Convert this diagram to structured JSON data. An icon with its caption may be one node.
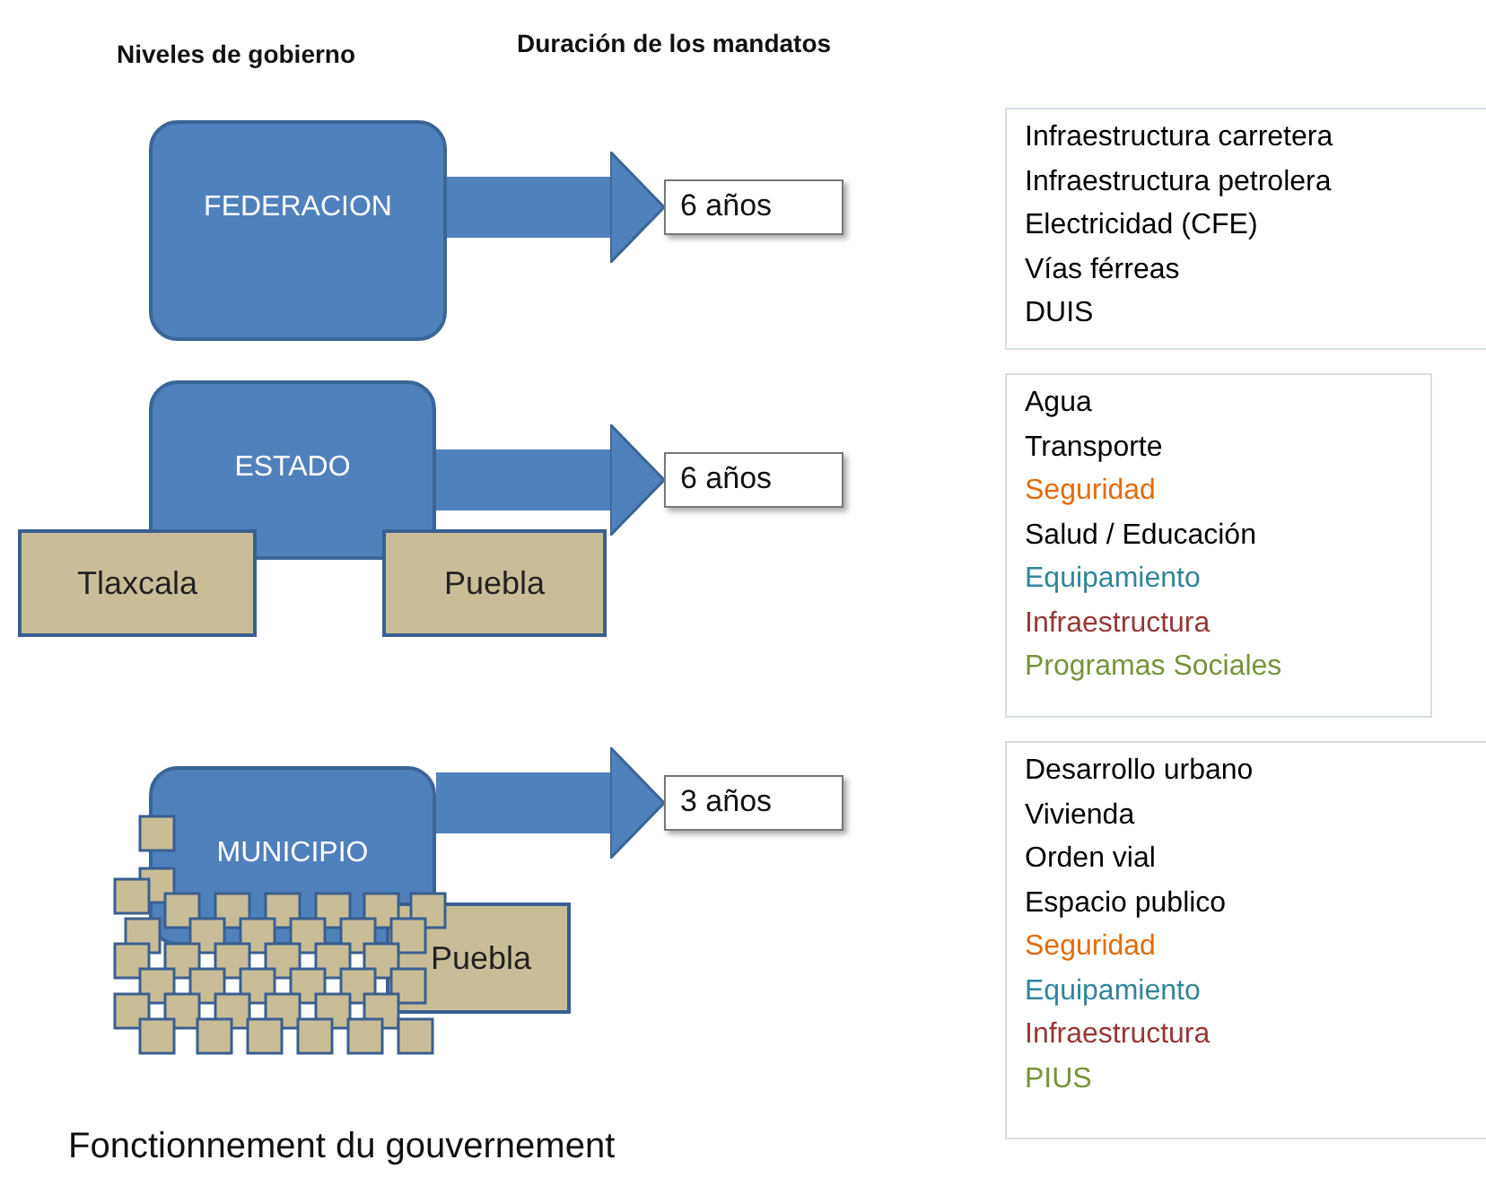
{
  "diagram": {
    "caption": "Fonctionnement du gouvernement",
    "nodes": [
      {
        "text": [
          "FEDERACION"
        ]
      },
      {
        "text": [
          "6 años"
        ]
      },
      {
        "text": [
          "Infraestructura carretera",
          "Infraestructura petrolera",
          "Electricidad (CFE)",
          "Vías férreas",
          "DUIS"
        ]
      },
      {
        "text": [
          "ESTADO"
        ]
      },
      {
        "text": [
          "6 años"
        ]
      },
      {
        "text": [
          "Agua",
          "Transporte",
          "Seguridad",
          "Salud / Educación",
          "Equipamiento",
          "Infraestructura",
          "Programas Sociales"
        ]
      },
      {
        "text": [
          "Tlaxcala"
        ]
      },
      {
        "text": [
          "Puebla"
        ]
      },
      {
        "text": [
          "MUNICIPIO"
        ]
      },
      {
        "text": [
          "3 años"
        ]
      },
      {
        "text": [
          "Desarrollo urbano",
          "Vivienda",
          "Orden vial",
          "Espacio publico",
          "Seguridad",
          "Equipamiento",
          "Infraestructura",
          "PIUS"
        ]
      },
      {
        "text": [
          "Puebla"
        ]
      }
    ],
    "edges": [
      {
        "from": 0,
        "to": 1,
        "arrow": "to"
      },
      {
        "from": 3,
        "to": 4,
        "arrow": "to"
      },
      {
        "from": 8,
        "to": 9,
        "arrow": "to"
      }
    ],
    "labels": [
      "Niveles de gobierno",
      "Duración de los mandatos"
    ]
  }
}
